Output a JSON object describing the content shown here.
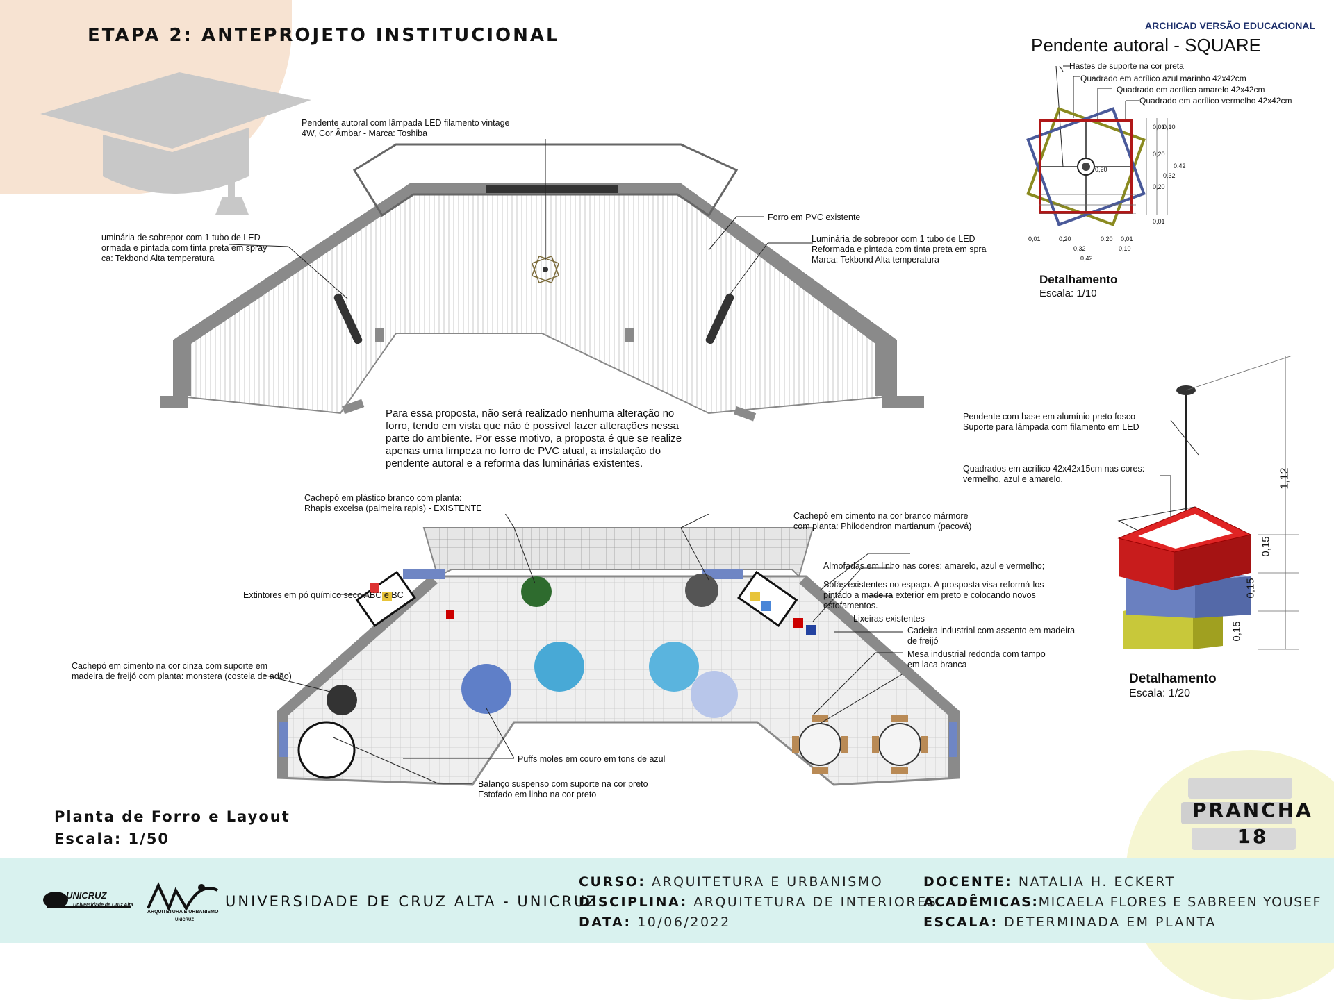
{
  "header": {
    "stage_title": "ETAPA 2: ANTEPROJETO INSTITUCIONAL",
    "software_note": "ARCHICAD VERSÃO EDUCACIONAL"
  },
  "pendant_detail": {
    "title": "Pendente autoral - SQUARE",
    "callouts": [
      "Hastes de suporte na cor preta",
      "Quadrado em acrílico azul marinho 42x42cm",
      "Quadrado em acrílico amarelo 42x42cm",
      "Quadrado em acrílico vermelho 42x42cm"
    ],
    "dims_h": [
      "0,01",
      "0,20",
      "0,20",
      "0,01",
      "0,32",
      "0,10",
      "0,42"
    ],
    "dims_v": [
      "0,01",
      "0,10",
      "0,20",
      "0,42",
      "0,32",
      "0,20",
      "0,01"
    ],
    "center_dim": "0,20",
    "label": "Detalhamento",
    "scale": "Escala: 1/10"
  },
  "ceiling_plan": {
    "callout_pendant": "Pendente autoral com lâmpada LED filamento vintage\n4W, Cor Âmbar - Marca: Toshiba",
    "callout_pvc": "Forro em PVC existente",
    "callout_left_lamp": "uminária de sobrepor com 1 tubo de LED\normada e pintada com tinta preta em spray\nca: Tekbond Alta temperatura",
    "callout_right_lamp": "Luminária de sobrepor com 1 tubo de LED\nReformada e pintada com tinta preta em spra\nMarca: Tekbond Alta temperatura",
    "description": "Para essa proposta, não será realizado nenhuma alteração no\nforro, tendo em vista que não é possível fazer alterações nessa\nparte do ambiente. Por esse motivo, a proposta é que se realize\napenas uma limpeza no forro de PVC atual, a instalação do\npendente autoral e a reforma das luminárias existentes."
  },
  "layout_plan": {
    "callouts": {
      "rhapis": "Cachepó em plástico branco com planta:\nRhapis excelsa (palmeira rapis) - EXISTENTE",
      "pacova": "Cachepó em cimento na cor branco mármore\ncom planta: Philodendron martianum (pacová)",
      "almofadas": "Almofadas em linho nas cores: amarelo, azul e vermelho;",
      "sofas": "Sofás existentes no espaço. A prosposta visa reformá-los\npintado a madeira exterior em preto e colocando novos\nestofamentos.",
      "lixeiras": "Lixeiras existentes",
      "cadeira": "Cadeira industrial com assento em madeira\nde freijó",
      "mesa": "Mesa industrial redonda com tampo\nem laca branca",
      "extintores": "Extintores em pó químico seco ABC e BC",
      "monstera": "Cachepó em cimento na cor cinza com suporte em\nmadeira de freijó com planta: monstera (costela de adão)",
      "puffs": "Puffs moles em couro em tons de azul",
      "balanco": "Balanço suspenso com suporte na cor preto\nEstofado em linho na cor preto"
    },
    "label": "Planta de Forro e Layout",
    "scale": "Escala: 1/50"
  },
  "iso_detail": {
    "callout_base": "Pendente com base em alumínio preto fosco\nSuporte para lâmpada com filamento em LED",
    "callout_squares": "Quadrados em acrílico 42x42x15cm nas cores:\nvermelho, azul e amarelo.",
    "dim_total": "1,12",
    "dim_each": [
      "0,15",
      "0,15",
      "0,15"
    ],
    "label": "Detalhamento",
    "scale": "Escala: 1/20"
  },
  "sheet": {
    "prancha_label": "PRANCHA",
    "prancha_number": "18"
  },
  "footer": {
    "logo_unicruz": "UNICRUZ",
    "logo_unicruz_sub": "Universidade de Cruz Alta",
    "logo_au_sub": "ARQUITETURA E URBANISMO",
    "logo_au_sub2": "UNICRUZ",
    "university": "UNIVERSIDADE DE CRUZ ALTA - UNICRUZ",
    "curso_label": "CURSO:",
    "curso": "ARQUITETURA E URBANISMO",
    "disciplina_label": "DISCIPLINA:",
    "disciplina": "ARQUITETURA DE INTERIORES",
    "data_label": "DATA:",
    "data": "10/06/2022",
    "docente_label": "DOCENTE:",
    "docente": "NATALIA H. ECKERT",
    "academicas_label": "ACADÊMICAS:",
    "academicas": "MICAELA FLORES E SABREEN YOUSEF",
    "escala_label": "ESCALA:",
    "escala": "DETERMINADA EM PLANTA"
  },
  "colors": {
    "peach": "#f7e3d2",
    "footer": "#d9f2ef",
    "red": "#b01818",
    "navy": "#4a5a9a",
    "yellow": "#9a9a2a",
    "wall": "#8a8a8a"
  }
}
